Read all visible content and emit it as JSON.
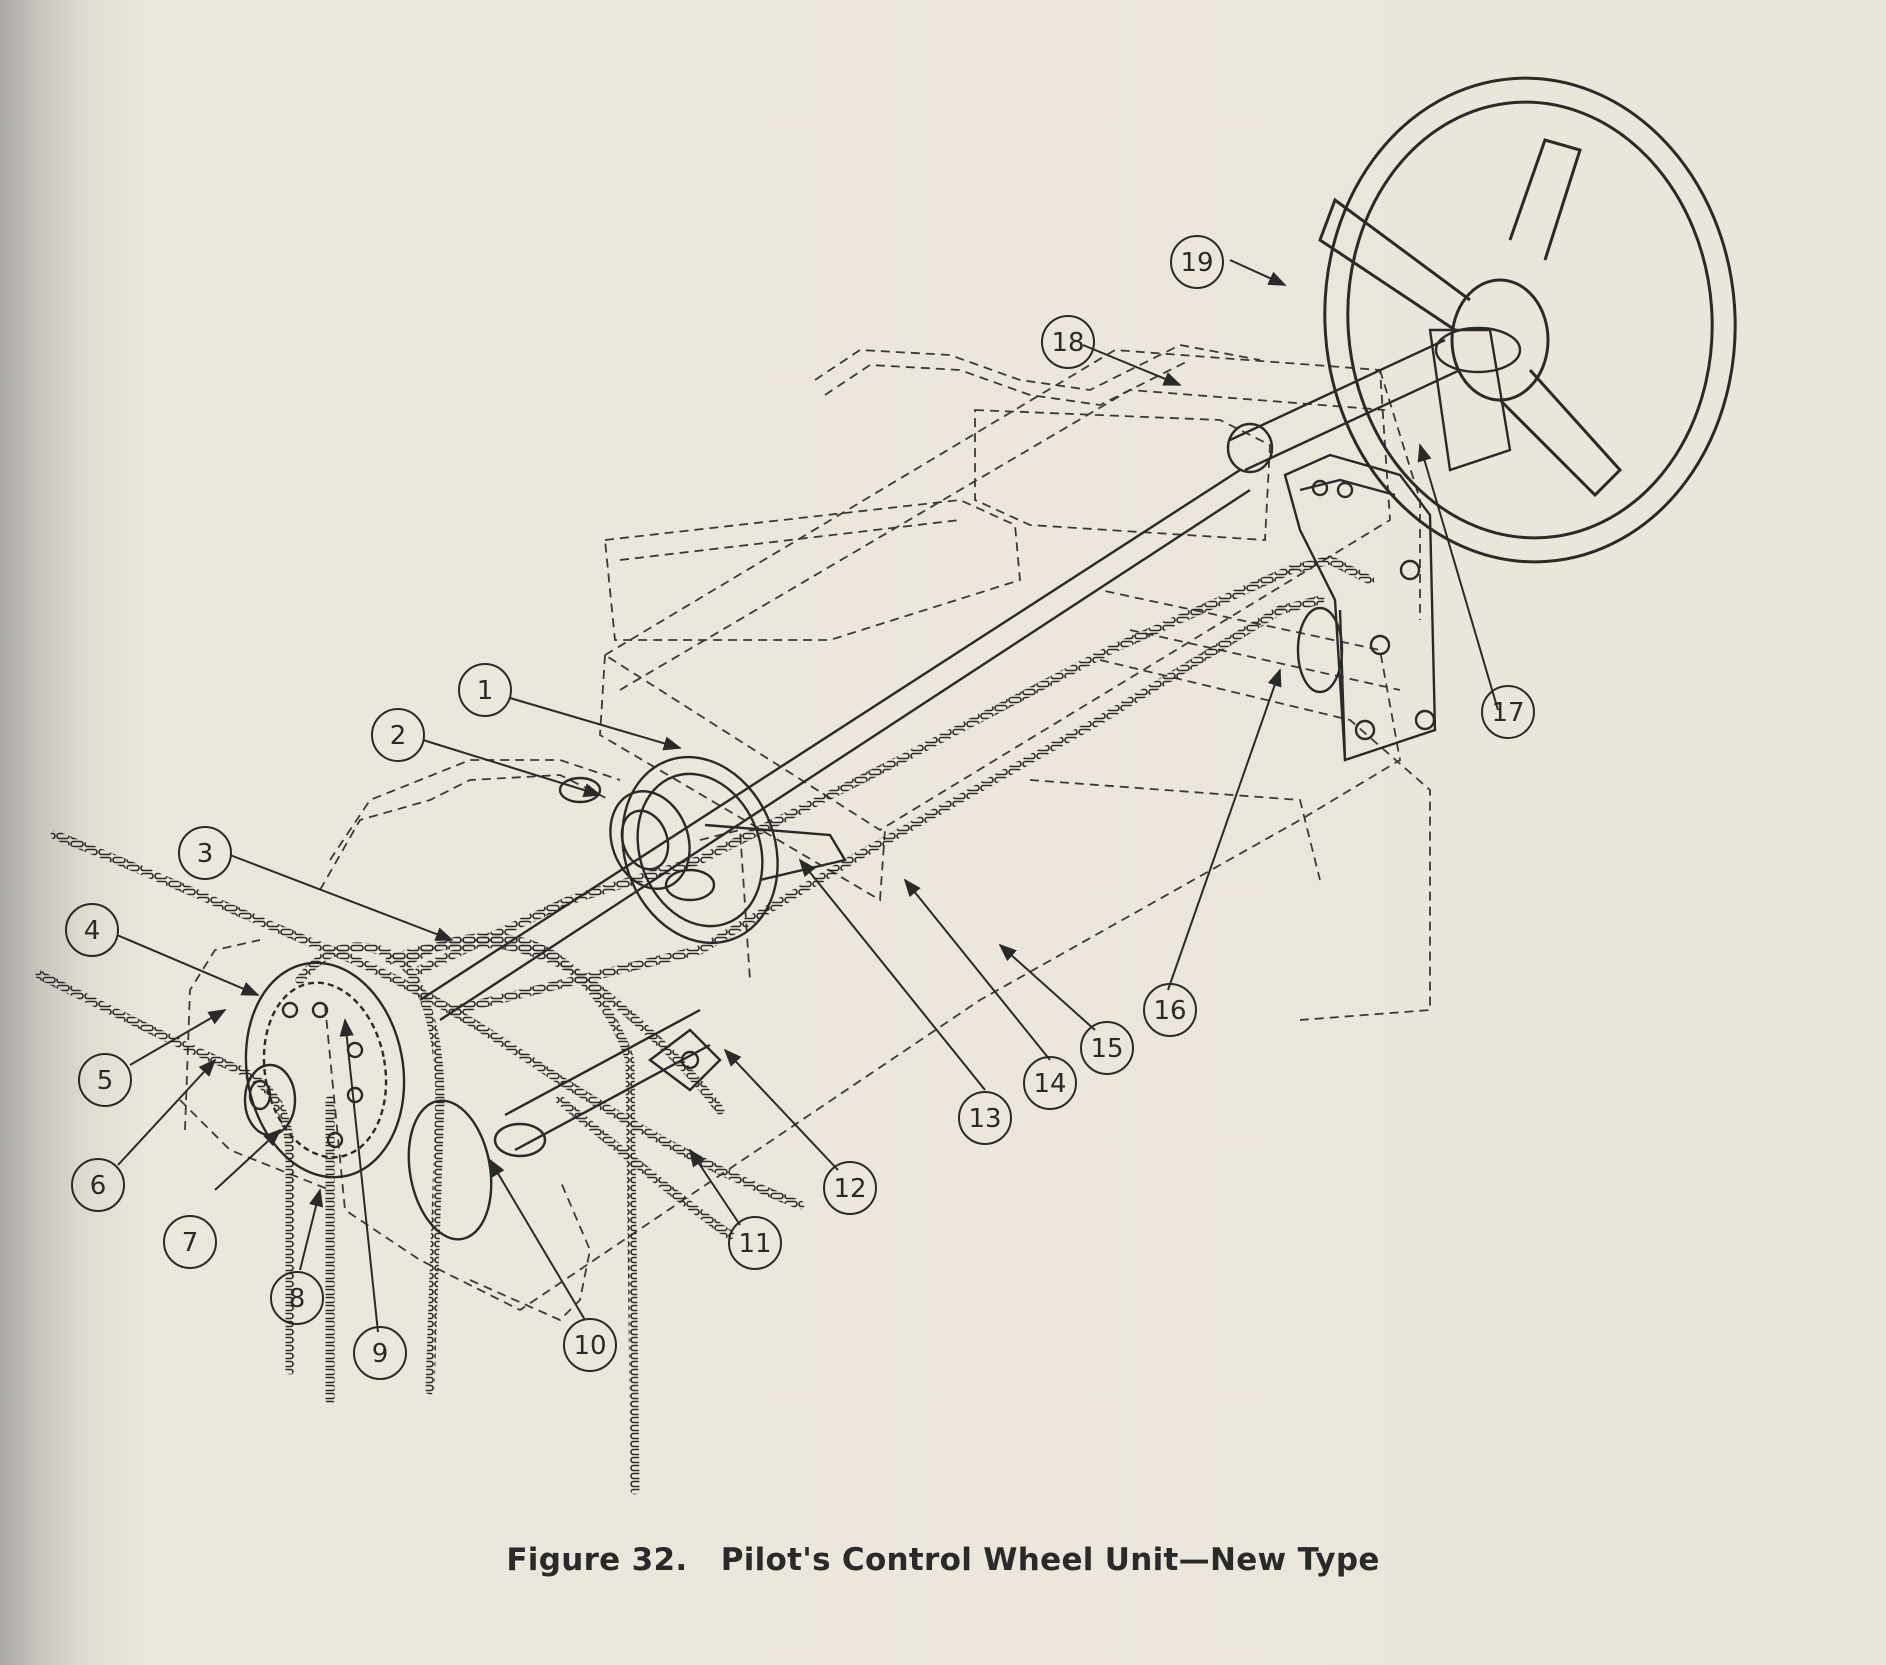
{
  "figure": {
    "caption": "Figure 32.   Pilot's Control Wheel Unit—New Type"
  },
  "callouts": [
    {
      "id": 1,
      "label": "1"
    },
    {
      "id": 2,
      "label": "2"
    },
    {
      "id": 3,
      "label": "3"
    },
    {
      "id": 4,
      "label": "4"
    },
    {
      "id": 5,
      "label": "5"
    },
    {
      "id": 6,
      "label": "6"
    },
    {
      "id": 7,
      "label": "7"
    },
    {
      "id": 8,
      "label": "8"
    },
    {
      "id": 9,
      "label": "9"
    },
    {
      "id": 10,
      "label": "10"
    },
    {
      "id": 11,
      "label": "11"
    },
    {
      "id": 12,
      "label": "12"
    },
    {
      "id": 13,
      "label": "13"
    },
    {
      "id": 14,
      "label": "14"
    },
    {
      "id": 15,
      "label": "15"
    },
    {
      "id": 16,
      "label": "16"
    },
    {
      "id": 17,
      "label": "17"
    },
    {
      "id": 18,
      "label": "18"
    },
    {
      "id": 19,
      "label": "19"
    }
  ],
  "colors": {
    "paper": "#ebe6dc",
    "ink": "#2a2a2a"
  }
}
